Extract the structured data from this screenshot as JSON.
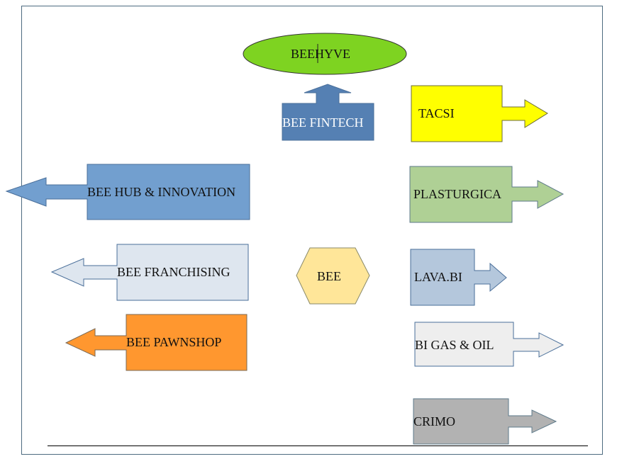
{
  "title": "BEE HYVE",
  "center": {
    "label": "BEE",
    "fill": "#ffe699"
  },
  "top": [
    {
      "id": "bee-hyve",
      "label": "BEE|HYVE",
      "shape": "ellipse",
      "fill": "#7ed321"
    },
    {
      "id": "bee-fintech",
      "label": "BEE FINTECH",
      "shape": "up-arrow-callout",
      "fill": "#5580b3",
      "text_color": "#ffffff"
    }
  ],
  "left": [
    {
      "id": "bee-hub-innovation",
      "label": "BEE HUB & INNOVATION",
      "direction": "left",
      "fill": "#729fcf"
    },
    {
      "id": "bee-franchising",
      "label": "BEE FRANCHISING",
      "direction": "left",
      "fill": "#dee6ef"
    },
    {
      "id": "bee-pawnshop",
      "label": "BEE PAWNSHOP",
      "direction": "left",
      "fill": "#ff972f"
    }
  ],
  "right": [
    {
      "id": "tacsi",
      "label": "TACSI",
      "direction": "right",
      "fill": "#ffff00"
    },
    {
      "id": "plasturgica",
      "label": "PLASTURGICA",
      "direction": "right",
      "fill": "#afd095"
    },
    {
      "id": "lava-bi",
      "label": "LAVA.BI",
      "direction": "right",
      "fill": "#b4c7dc"
    },
    {
      "id": "bi-gas-oil",
      "label": "BI GAS & OIL",
      "direction": "right",
      "fill": "#eeeeee"
    },
    {
      "id": "crimo",
      "label": "CRIMO",
      "direction": "right",
      "fill": "#b2b2b2"
    }
  ]
}
